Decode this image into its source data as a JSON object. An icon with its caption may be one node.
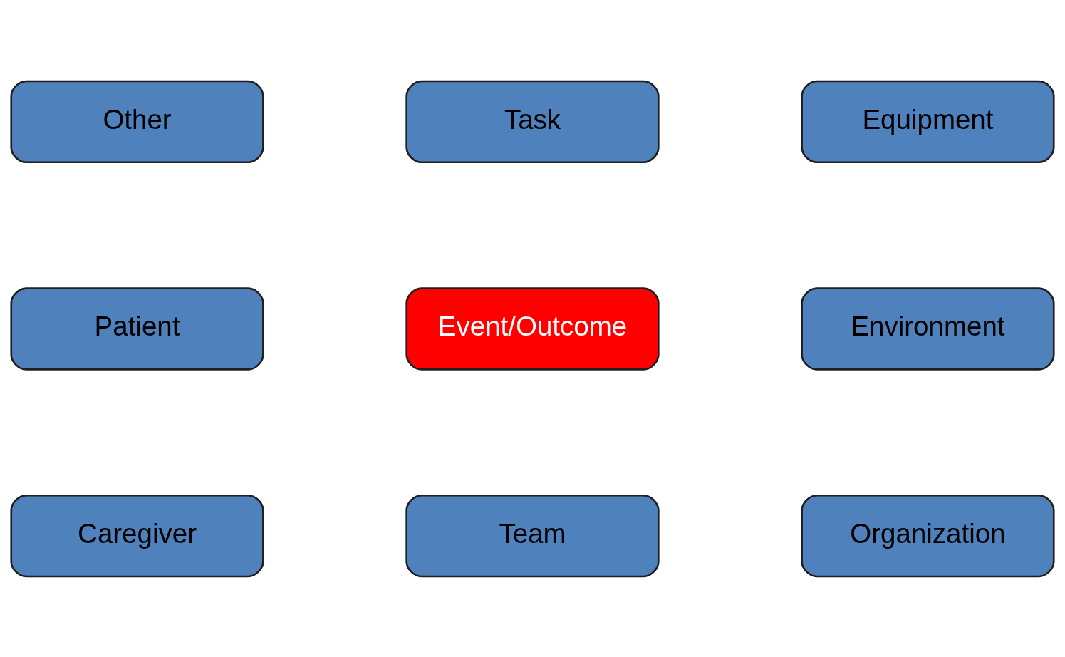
{
  "diagram": {
    "nodes": [
      {
        "text": [
          "Task"
        ]
      },
      {
        "text": [
          "Other"
        ]
      },
      {
        "text": [
          "Equipment"
        ]
      },
      {
        "text": [
          "Patient"
        ]
      },
      {
        "text": [
          "Event/Outcome"
        ]
      },
      {
        "text": [
          "Environment"
        ]
      },
      {
        "text": [
          "Caregiver"
        ]
      },
      {
        "text": [
          "Organization"
        ]
      },
      {
        "text": [
          "Team"
        ]
      }
    ],
    "edges": []
  }
}
